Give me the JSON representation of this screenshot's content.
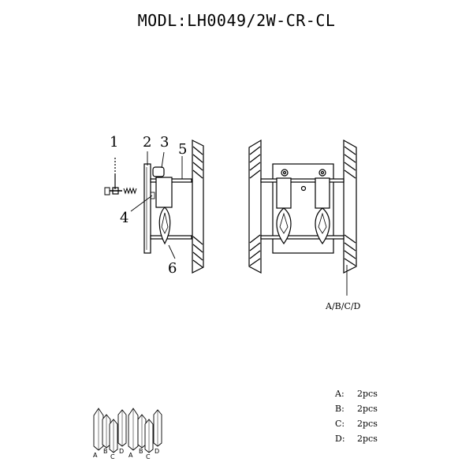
{
  "title": "MODL:LH0049/2W-CR-CL",
  "callouts": [
    "1",
    "2",
    "3",
    "4",
    "5",
    "6"
  ],
  "assembly_label": "A/B/C/D",
  "parts": [
    {
      "letter": "A:",
      "qty": "2pcs"
    },
    {
      "letter": "B:",
      "qty": "2pcs"
    },
    {
      "letter": "C:",
      "qty": "2pcs"
    },
    {
      "letter": "D:",
      "qty": "2pcs"
    }
  ],
  "strip_labels": [
    "A",
    "B",
    "C",
    "D",
    "A",
    "B",
    "C",
    "D"
  ]
}
